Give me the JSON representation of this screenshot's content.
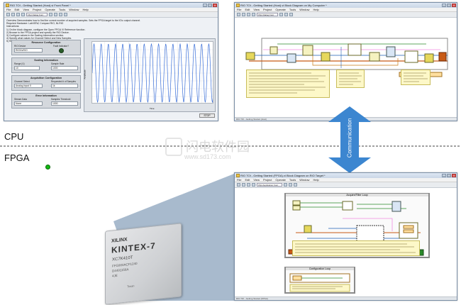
{
  "labels": {
    "cpu": "CPU",
    "fpga": "FPGA",
    "communication": "Communication",
    "watermark_cn": "闪电软件园",
    "watermark_url": "www.sd173.com"
  },
  "front_panel": {
    "title": "RIO TOI - Getting Started (Host).vi Front Panel *",
    "menu": [
      "File",
      "Edit",
      "View",
      "Project",
      "Operate",
      "Tools",
      "Window",
      "Help"
    ],
    "font_select": "15pt Dialog Font",
    "overview_lines": [
      "Overview  Demonstrates how to find the correct number of acquired samples. Sets the FPGA target to the IO/o output channel.",
      "Required Hardware: LabVIEW, Compact RIO, NI-RIO",
      "Instructions:",
      "1) On the block diagram, configure the Open FPGA VI Reference function.",
      "2) Browse to the FPGA project and specify the RIO Device.",
      "3) Configure values in the Scaling Information section.",
      "4) Specify what values for Channel Select and New Samples.",
      "5) Run the VI."
    ],
    "resource_config": {
      "title": "Resource Configuration",
      "rio_device_label": "RIO Device",
      "rio_device_value": "RIO0/cRIO",
      "fault_label": "Fault Indicator?"
    },
    "scaling_info": {
      "title": "Scaling Information",
      "range_label": "Range (V)",
      "range_value": "10",
      "sample_rate_label": "Sample Rate",
      "sample_rate_value": "1000"
    },
    "acquisition": {
      "title": "Acquisition Configuration",
      "channel_label": "Channel Select",
      "channel_value": "Analog Input 0",
      "samples_label": "Requested # of Samples",
      "samples_value": "1k"
    },
    "error_info": {
      "title": "Error Information",
      "stream_label": "Stream Data",
      "stream_value": "None",
      "threshold_label": "Samples Threshold",
      "threshold_value": "1000"
    },
    "graph": {
      "ylabel": "Amplitude",
      "xlabel": "Time",
      "color": "#3a6fd8",
      "cycles": 17
    },
    "stop_label": "STOP"
  },
  "block_diagram_top": {
    "title": "RIO TOI - Getting Started (Host).vi Block Diagram on My Computer *",
    "status": "RIO TOI - Getting Started (Host)"
  },
  "block_diagram_fpga": {
    "title": "RIO TOI - Getting Started (FPGA).vi Block Diagram on RIO Target *",
    "menu": [
      "File",
      "Edit",
      "View",
      "Project",
      "Operate",
      "Tools",
      "Window",
      "Help"
    ],
    "font_select": "15pt Application Font",
    "loop1_label": "Acquire/Filter Loop",
    "loop2_label": "Configuration Loop",
    "status": "RIO TOI - Getting Started (FPGA)"
  },
  "chip": {
    "brand": "XILINX",
    "family": "KINTEX",
    "series": "-7",
    "part": "XC7K410T",
    "line1": "FFG900ACF1240",
    "line2": "D4491156A",
    "line3": "4JE",
    "line4": "Tiwan"
  },
  "colors": {
    "arrow": "#3c86d0",
    "led": "#14b814",
    "selection_panel": "#9fb3c8"
  }
}
